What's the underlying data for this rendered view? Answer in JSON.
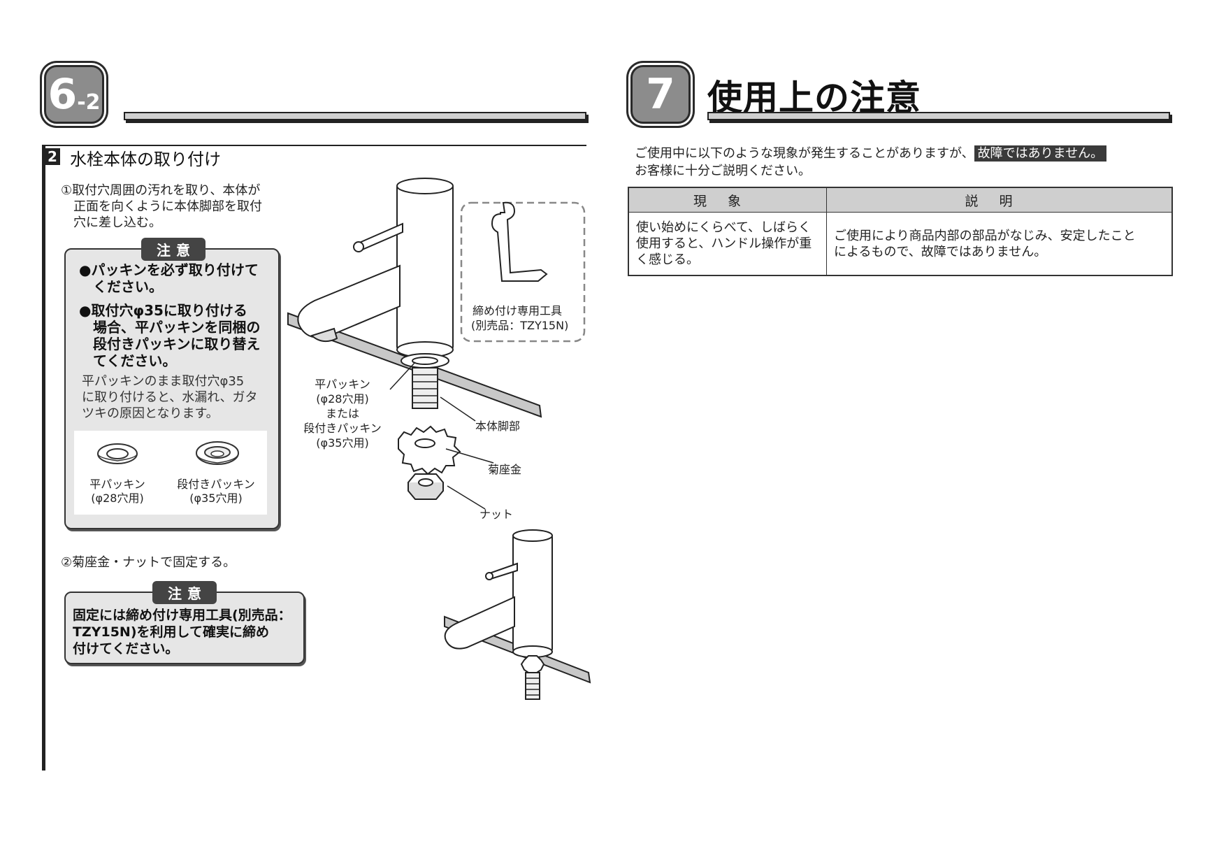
{
  "section6": {
    "badge_main": "6",
    "badge_sub": "-2",
    "sub_number": "2",
    "sub_title": "水栓本体の取り付け",
    "step1": [
      "①取付穴周囲の汚れを取り、本体が",
      "正面を向くように本体脚部を取付",
      "穴に差し込む。"
    ],
    "caution1": {
      "tag": "注意",
      "bullet1": [
        "●パッキンを必ず取り付けて",
        "ください。"
      ],
      "bullet2": [
        "●取付穴φ35に取り付ける",
        "場合、平パッキンを同梱の",
        "段付きパッキンに取り替え",
        "てください。"
      ],
      "note": [
        "平パッキンのまま取付穴φ35",
        "に取り付けると、水漏れ、ガタ",
        "ツキの原因となります。"
      ],
      "packing_flat": [
        "平パッキン",
        "(φ28穴用)"
      ],
      "packing_step": [
        "段付きパッキン",
        "(φ35穴用)"
      ]
    },
    "figure": {
      "tool": [
        "締め付け専用工具",
        "(別売品：TZY15N)"
      ],
      "flat_packing": [
        "平パッキン",
        "(φ28穴用)",
        "または",
        "段付きパッキン",
        "(φ35穴用)"
      ],
      "body_leg": "本体脚部",
      "washer": "菊座金",
      "nut": "ナット"
    },
    "step2": "②菊座金・ナットで固定する。",
    "caution2": {
      "tag": "注意",
      "lines": [
        "固定には締め付け専用工具(別売品：",
        "TZY15N)を利用して確実に締め",
        "付けてください。"
      ]
    }
  },
  "section7": {
    "badge": "7",
    "title": "使用上の注意",
    "intro_line1": "ご使用中に以下のような現象が発生することがありますが、",
    "intro_highlight": "故障ではありません。",
    "intro_line2": "お客様に十分ご説明ください。",
    "table": {
      "headers": [
        "現象",
        "説明"
      ],
      "row_symptom": [
        "使い始めにくらべて、しばらく",
        "使用すると、ハンドル操作が重",
        "く感じる。"
      ],
      "row_explanation": [
        "ご使用により商品内部の部品がなじみ、安定したこと",
        "によるもので、故障ではありません。"
      ]
    }
  }
}
